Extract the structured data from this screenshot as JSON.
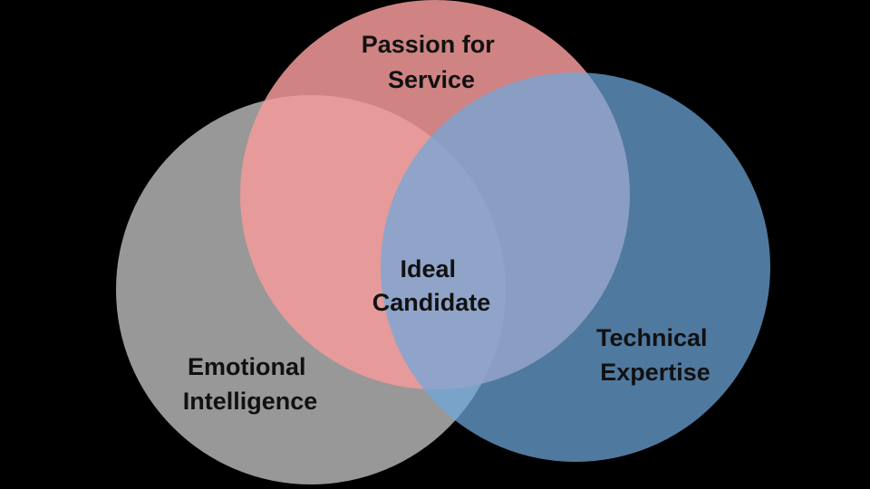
{
  "background_color": "#000000",
  "circles": [
    {
      "id": "emotional",
      "lines": [
        "Emotional",
        "Intelligence"
      ],
      "color": "#a0a0a0"
    },
    {
      "id": "passion",
      "lines": [
        "Passion for",
        "Service"
      ],
      "color": "#f39a9a"
    },
    {
      "id": "technical",
      "lines": [
        "Technical",
        "Expertise"
      ],
      "color": "#6fa8dc"
    }
  ],
  "center": {
    "lines": [
      "Ideal",
      "Candidate"
    ]
  }
}
